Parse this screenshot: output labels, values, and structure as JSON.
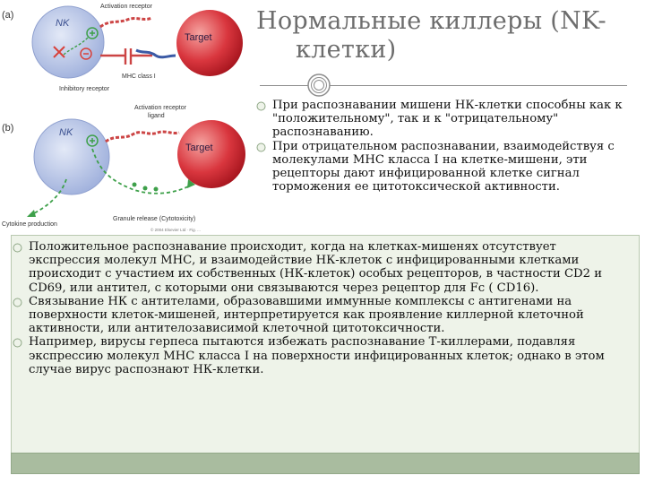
{
  "title_line1": "Нормальные киллеры (NK-",
  "title_line2": "клетки)",
  "bullets_top": [
    "При распознавании мишени НК-клетки способны как к \"положительному\", так и к \"отрицательному\" распознаванию.",
    "При отрицательном распознавании, взаимодействуя с молекулами МНС класса I на клетке-мишени, эти рецепторы дают инфицированной клетке сигнал торможения ее цитотоксической активности."
  ],
  "bullets_main": [
    "Положительное распознавание происходит, когда на клетках-мишенях отсутствует экспрессия молекул МНС, и взаимодействие НК-клеток с инфицированными клетками происходит с участием их собственных (НК-клеток) особых рецепторов, в частности CD2 и CD69, или антител, с которыми они связываются через рецептор для Fc ( CD16).",
    "Связывание НК с антителами, образовавшими иммунные комплексы с антигенами на поверхности клеток-мишеней, интерпретируется как проявление киллерной клеточной активности, или антителозависимой клеточной цитотоксичности.",
    "Например, вирусы герпеса пытаются избежать распознавание Т-киллерами, подавляя экспрессию молекул МНС класса I на поверхности инфицированных клеток; однако в этом случае вирус распознают НК-клетки."
  ],
  "figure": {
    "panel_a_letter": "(a)",
    "panel_b_letter": "(b)",
    "nk_label": "NK",
    "target_label": "Target",
    "activation_receptor": "Activation receptor",
    "mhc_class_i": "MHC class I",
    "inhibitory_receptor": "Inhibitory receptor",
    "activation_receptor_ligand_1": "Activation receptor",
    "activation_receptor_ligand_2": "ligand",
    "cytokine_production": "Cytokine production",
    "granule_release": "Granule release (Cytotoxicity)",
    "credit": "© 2004 Elsevier Ltd · Fig. ..."
  },
  "colors": {
    "title": "#6d6d6d",
    "nk_cell": "#b7c4e6",
    "target_cell": "#d9363e",
    "arrow_green": "#3ea04a",
    "inhibit_red": "#d8413a",
    "frame_green": "#a9bc9f"
  }
}
